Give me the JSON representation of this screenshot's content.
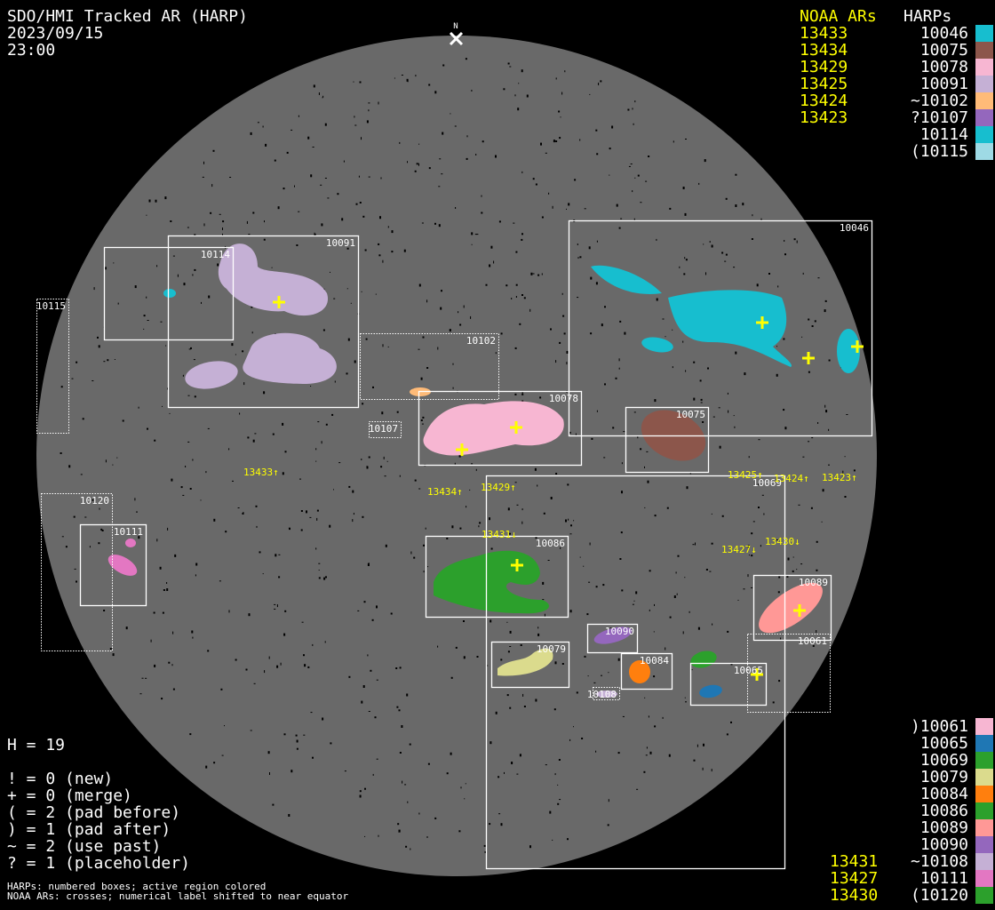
{
  "header": {
    "title": "SDO/HMI Tracked AR (HARP)",
    "date": "2023/09/15",
    "time": "23:00",
    "north": "N"
  },
  "legend_top": {
    "noaa_header": "NOAA ARs",
    "harp_header": "HARPs",
    "noaa": [
      "13433",
      "13434",
      "13429",
      "13425",
      "13424",
      "13423"
    ],
    "harps": [
      {
        "label": "10046",
        "color": "#17becf"
      },
      {
        "label": "10075",
        "color": "#8c564b"
      },
      {
        "label": "10078",
        "color": "#f7b6d2"
      },
      {
        "label": "10091",
        "color": "#c5b0d5"
      },
      {
        "label": "~10102",
        "color": "#ffbb78"
      },
      {
        "label": "?10107",
        "color": "#9467bd"
      },
      {
        "label": "10114",
        "color": "#17becf"
      },
      {
        "label": "(10115",
        "color": "#9edae5"
      }
    ]
  },
  "legend_bottom": {
    "noaa": [
      "13431",
      "13427",
      "13430"
    ],
    "harps": [
      {
        "label": ")10061",
        "color": "#f7b6d2"
      },
      {
        "label": "10065",
        "color": "#1f77b4"
      },
      {
        "label": "10069",
        "color": "#2ca02c"
      },
      {
        "label": "10079",
        "color": "#dbdb8d"
      },
      {
        "label": "10084",
        "color": "#ff7f0e"
      },
      {
        "label": "10086",
        "color": "#2ca02c"
      },
      {
        "label": "10089",
        "color": "#ff9896"
      },
      {
        "label": "10090",
        "color": "#9467bd"
      },
      {
        "label": "~10108",
        "color": "#c5b0d5"
      },
      {
        "label": "10111",
        "color": "#e377c2"
      },
      {
        "label": "(10120",
        "color": "#2ca02c"
      }
    ]
  },
  "stats": {
    "h": "H = 19",
    "lines": [
      "! = 0 (new)",
      "+ = 0 (merge)",
      "( = 2 (pad before)",
      ") = 1 (pad after)",
      "~ = 2 (use past)",
      "? = 1 (placeholder)"
    ]
  },
  "footer": [
    "HARPs: numbered boxes; active region colored",
    "NOAA ARs: crosses; numerical label shifted to near equator"
  ],
  "disk": {
    "boxes": [
      "10091",
      "10114",
      "10115",
      "10102",
      "10107",
      "10078",
      "10046",
      "10075",
      "10069",
      "10120",
      "10111",
      "10086",
      "10089",
      "10061",
      "10090",
      "10079",
      "10084",
      "10065",
      "10108"
    ],
    "noaa_labels": [
      "13433↑",
      "13434↑",
      "13429↑",
      "13425↑",
      "13424↑",
      "13423↑",
      "13431↓",
      "13427↓",
      "13430↓"
    ],
    "colors": {
      "disk": "#696969",
      "box": "#ffffff",
      "cross": "#ffff00"
    }
  }
}
